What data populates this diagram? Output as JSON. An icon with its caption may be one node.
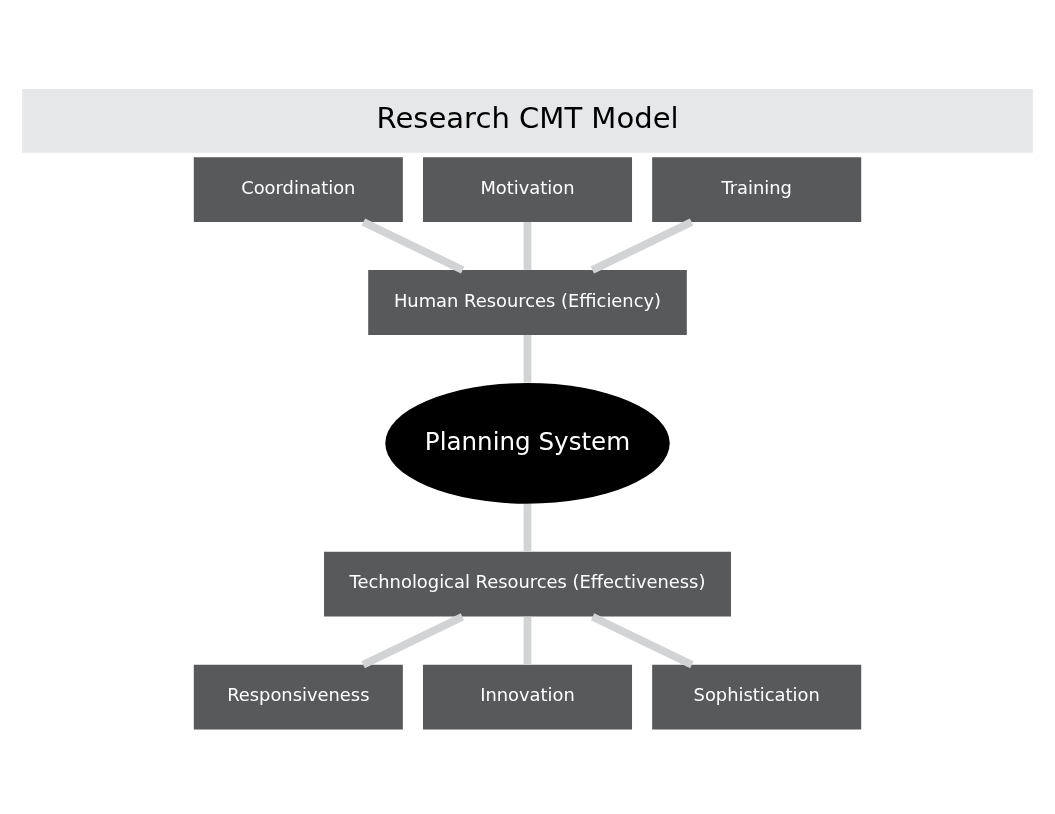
{
  "diagram": {
    "title": "Research CMT Model",
    "nodes": [
      {
        "text": [
          "Coordination"
        ]
      },
      {
        "text": [
          "Motivation"
        ]
      },
      {
        "text": [
          "Training"
        ]
      },
      {
        "text": [
          "Human Resources (Efficiency)"
        ]
      },
      {
        "text": [
          "Planning System"
        ]
      },
      {
        "text": [
          "Technological Resources (Effectiveness)"
        ]
      },
      {
        "text": [
          "Responsiveness"
        ]
      },
      {
        "text": [
          "Innovation"
        ]
      },
      {
        "text": [
          "Sophistication"
        ]
      }
    ],
    "edges": [
      {
        "from": 0,
        "to": 3,
        "arrow": "none"
      },
      {
        "from": 1,
        "to": 3,
        "arrow": "none"
      },
      {
        "from": 2,
        "to": 3,
        "arrow": "none"
      },
      {
        "from": 3,
        "to": 4,
        "arrow": "none"
      },
      {
        "from": 4,
        "to": 5,
        "arrow": "none"
      },
      {
        "from": 5,
        "to": 6,
        "arrow": "none"
      },
      {
        "from": 5,
        "to": 7,
        "arrow": "none"
      },
      {
        "from": 5,
        "to": 8,
        "arrow": "none"
      }
    ]
  }
}
